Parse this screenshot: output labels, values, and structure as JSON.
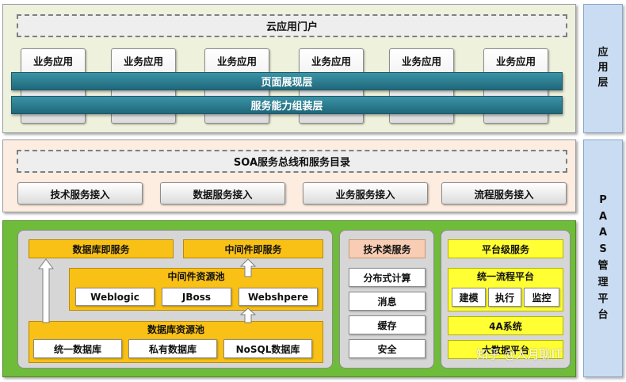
{
  "app_layer": {
    "side_label": [
      "应",
      "用",
      "层"
    ],
    "portal": "云应用门户",
    "apps": [
      "业务应用",
      "业务应用",
      "业务应用",
      "业务应用",
      "业务应用",
      "业务应用"
    ],
    "presentation_bar": "页面展现层",
    "assembly_bar": "服务能力组装层"
  },
  "soa_layer": {
    "bus_title": "SOA服务总线和服务目录",
    "access": [
      "技术服务接入",
      "数据服务接入",
      "业务服务接入",
      "流程服务接入"
    ]
  },
  "paas_layer": {
    "side_label": [
      "P",
      "A",
      "A",
      "S",
      "管",
      "理",
      "平",
      "台"
    ],
    "db_service": "数据库即服务",
    "middleware_service": "中间件即服务",
    "middleware_pool": "中间件资源池",
    "middleware_items": [
      "Weblogic",
      "JBoss",
      "Webshpere"
    ],
    "db_pool": "数据库资源池",
    "db_items": [
      "统一数据库",
      "私有数据库",
      "NoSQL数据库"
    ],
    "tech_services": {
      "title": "技术类服务",
      "items": [
        "分布式计算",
        "消息",
        "缓存",
        "安全"
      ]
    },
    "platform_services": {
      "title": "平台级服务",
      "workflow_title": "统一流程平台",
      "workflow_items": [
        "建模",
        "执行",
        "监控"
      ],
      "system_4a": "4A系统",
      "bigdata": "大数据平台"
    }
  },
  "watermark": "知乎 @人月聊IT",
  "colors": {
    "app_bg": "#eef1dc",
    "soa_bg": "#fdece0",
    "paas_bg": "#6fbb3a",
    "teal": "#2a7d90",
    "orange": "#f9c116",
    "yellow": "#ffff33",
    "side_blue": "#c9dcf2"
  }
}
